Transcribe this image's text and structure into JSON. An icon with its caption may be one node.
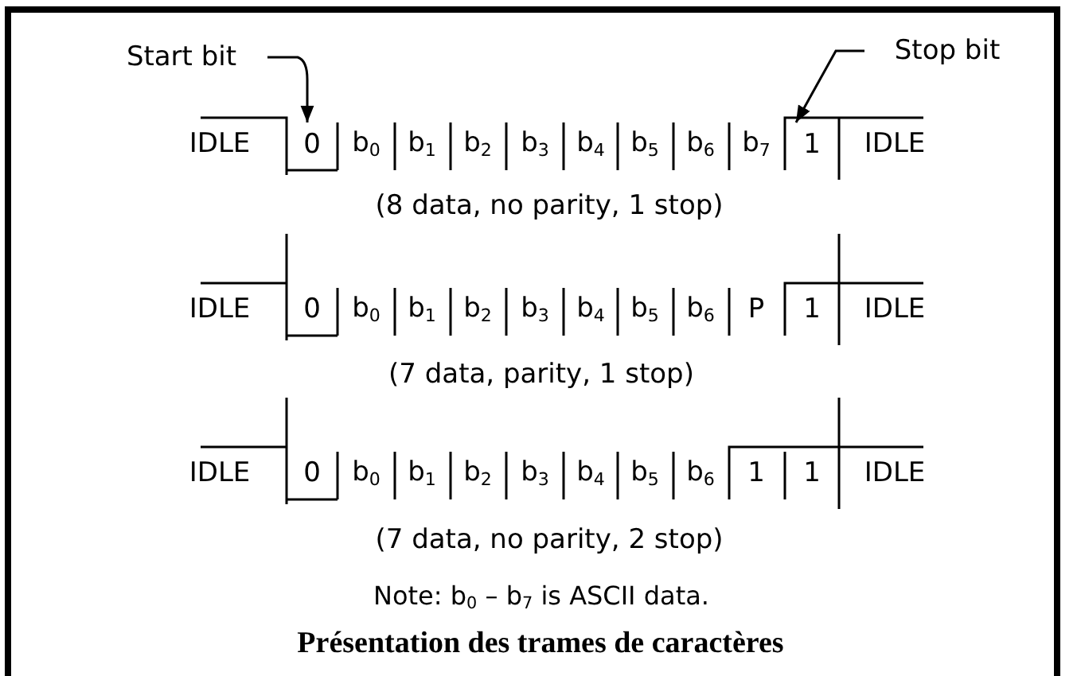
{
  "diagram": {
    "caption": "Présentation des trames de caractères",
    "nodes": [
      {
        "text": [
          "Start bit"
        ]
      },
      {
        "text": [
          "0"
        ]
      },
      {
        "text": [
          "Stop bit"
        ]
      },
      {
        "text": [
          "1"
        ]
      }
    ],
    "edges": [
      {
        "from": 0,
        "to": 1,
        "arrow": "to"
      },
      {
        "from": 2,
        "to": 3,
        "arrow": "to"
      }
    ],
    "labels": [
      "IDLE",
      "b$_{0}$",
      "b$_{1}$",
      "b$_{2}$",
      "b$_{3}$",
      "b$_{4}$",
      "b$_{5}$",
      "b$_{6}$",
      "b$_{7}$",
      "IDLE",
      "(8 data, no parity, 1 stop)",
      "IDLE",
      "0",
      "b$_{0}$",
      "b$_{1}$",
      "b$_{2}$",
      "b$_{3}$",
      "b$_{4}$",
      "b$_{5}$",
      "b$_{6}$",
      "P",
      "1",
      "IDLE",
      "(7 data, parity, 1 stop)",
      "IDLE",
      "0",
      "b$_{0}$",
      "b$_{1}$",
      "b$_{2}$",
      "b$_{3}$",
      "b$_{4}$",
      "b$_{5}$",
      "b$_{6}$",
      "1",
      "1",
      "IDLE",
      "(7 data, no parity, 2 stop)",
      "Note: b$_{0}$ – b$_{7}$ is ASCII data."
    ]
  }
}
